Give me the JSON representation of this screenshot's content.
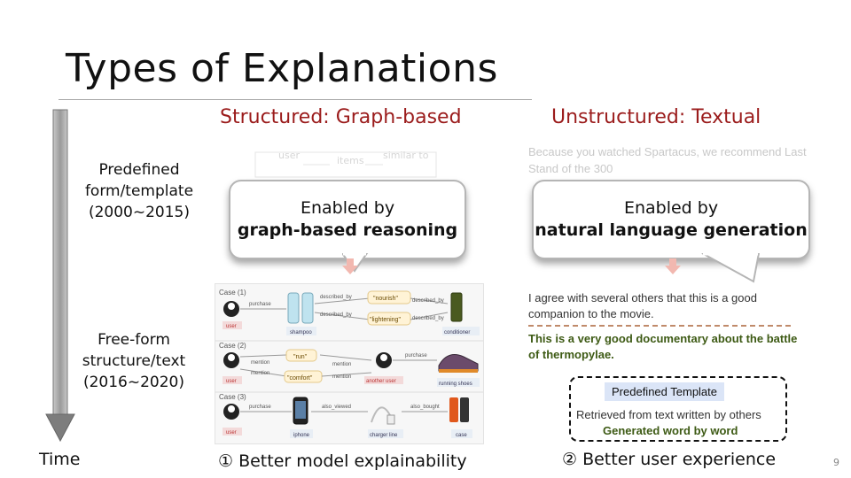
{
  "title": "Types of Explanations",
  "columns": {
    "structured": "Structured: Graph-based",
    "unstructured": "Unstructured: Textual"
  },
  "rows": {
    "predefined": [
      "Predefined",
      "form/template",
      "(2000~2015)"
    ],
    "freeform": [
      "Free-form",
      "structure/text",
      "(2016~2020)"
    ]
  },
  "time_label": "Time",
  "faded_example": "Because you watched Spartacus, we recommend Last Stand of the 300",
  "bubbles": {
    "graph": [
      "Enabled by",
      "graph-based reasoning"
    ],
    "nlg": [
      "Enabled by",
      "natural language generation"
    ]
  },
  "reviews": {
    "review1": "I agree with several others that this is a good companion to the movie.",
    "review2": "This is a very good documentary about the battle of thermopylae."
  },
  "legend": {
    "template": "Predefined Template",
    "retrieved": "Retrieved from text written by others",
    "generated": "Generated word by word"
  },
  "graph_cases": {
    "case1": "Case (1)",
    "case2": "Case (2)",
    "case3": "Case (3)",
    "user": "user",
    "purchase": "purchase",
    "described_by": "described_by",
    "nourish": "\"nourish\"",
    "lightening": "\"lightening\"",
    "shampoo": "shampoo",
    "conditioner": "conditioner",
    "mention": "mention",
    "run": "\"run\"",
    "comfort": "\"comfort\"",
    "another_user": "another user",
    "running_shoes": "running shoes",
    "also_viewed": "also_viewed",
    "also_bought": "also_bought",
    "iphone": "iphone",
    "charger_line": "charger line",
    "case_item": "case"
  },
  "faded_graph": {
    "user": "user",
    "items": "items",
    "similar_to": "similar to"
  },
  "bottom": {
    "left": "① Better model explainability",
    "right": "② Better user experience"
  },
  "page_number": "9",
  "colors": {
    "column_heading": "#9b1c1c",
    "review_green": "#3d5a14",
    "arrow": "#f2b8b0",
    "pill": "#dbe5f7"
  }
}
